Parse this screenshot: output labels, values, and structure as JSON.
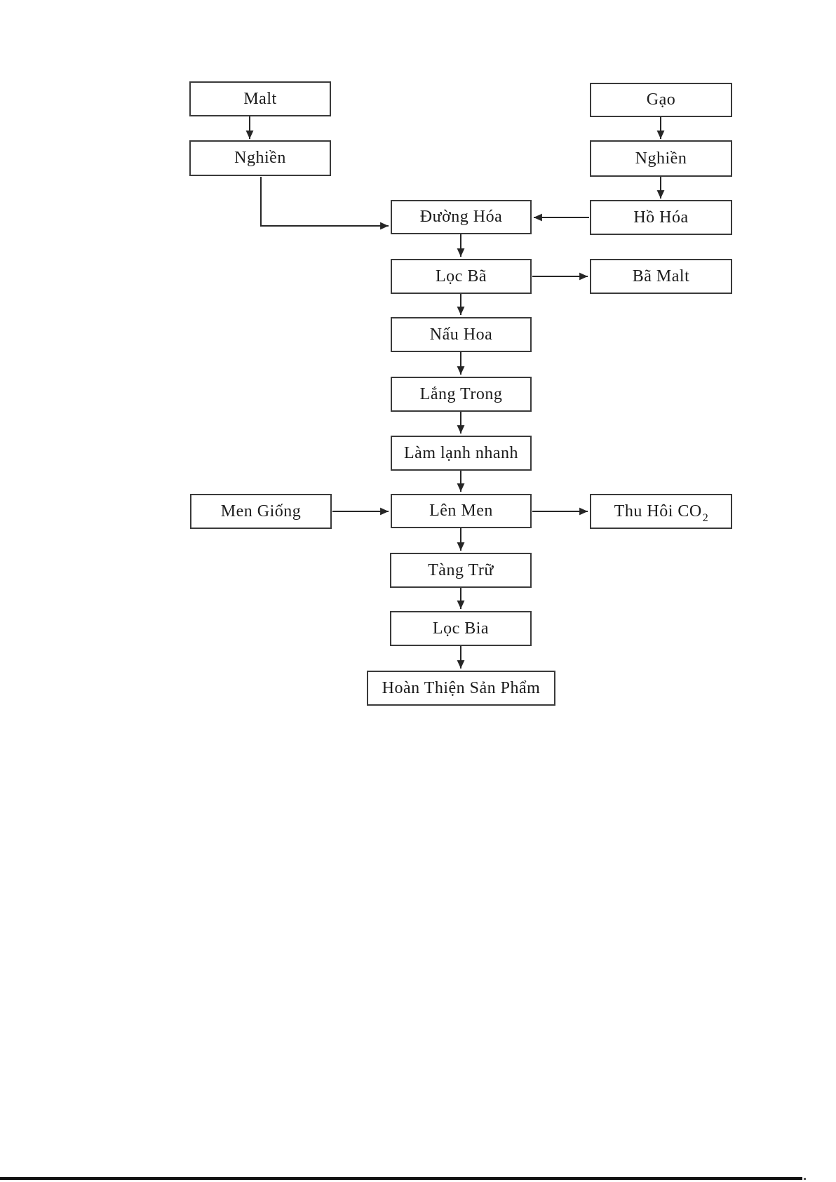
{
  "diagram": {
    "description": "Beer production process flowchart (Vietnamese)",
    "nodes": {
      "malt": {
        "label": "Malt"
      },
      "nghien_left": {
        "label": "Nghiền"
      },
      "gao": {
        "label": "Gạo"
      },
      "nghien_right": {
        "label": "Nghiền"
      },
      "ho_hoa": {
        "label": "Hồ Hóa"
      },
      "duong_hoa": {
        "label": "Đường Hóa"
      },
      "loc_ba": {
        "label": "Lọc Bã"
      },
      "ba_malt": {
        "label": "Bã Malt"
      },
      "nau_hoa": {
        "label": "Nấu Hoa"
      },
      "lang_trong": {
        "label": "Lắng Trong"
      },
      "lam_lanh_nhanh": {
        "label": "Làm lạnh nhanh"
      },
      "men_giong": {
        "label": "Men Giống"
      },
      "len_men": {
        "label": "Lên Men"
      },
      "thu_hoi_co2": {
        "label": "Thu Hôi CO",
        "sub": "2"
      },
      "tang_tru": {
        "label": "Tàng Trữ"
      },
      "loc_bia": {
        "label": "Lọc Bia"
      },
      "hoan_thien": {
        "label": "Hoàn Thiện Sản Phẩm"
      }
    },
    "edges": [
      {
        "from": "Malt",
        "to": "Nghiền (malt)"
      },
      {
        "from": "Gạo",
        "to": "Nghiền (gạo)"
      },
      {
        "from": "Nghiền (gạo)",
        "to": "Hồ Hóa"
      },
      {
        "from": "Hồ Hóa",
        "to": "Đường Hóa"
      },
      {
        "from": "Nghiền (malt)",
        "to": "Đường Hóa"
      },
      {
        "from": "Đường Hóa",
        "to": "Lọc Bã"
      },
      {
        "from": "Lọc Bã",
        "to": "Bã Malt"
      },
      {
        "from": "Lọc Bã",
        "to": "Nấu Hoa"
      },
      {
        "from": "Nấu Hoa",
        "to": "Lắng Trong"
      },
      {
        "from": "Lắng Trong",
        "to": "Làm lạnh nhanh"
      },
      {
        "from": "Làm lạnh nhanh",
        "to": "Lên Men"
      },
      {
        "from": "Men Giống",
        "to": "Lên Men"
      },
      {
        "from": "Lên Men",
        "to": "Thu Hôi CO2"
      },
      {
        "from": "Lên Men",
        "to": "Tàng Trữ"
      },
      {
        "from": "Tàng Trữ",
        "to": "Lọc Bia"
      },
      {
        "from": "Lọc Bia",
        "to": "Hoàn Thiện Sản Phẩm"
      }
    ],
    "colors": {
      "line": "#262626",
      "box_border": "#3a3a3a",
      "text": "#1c1c1c",
      "background": "#ffffff"
    }
  }
}
